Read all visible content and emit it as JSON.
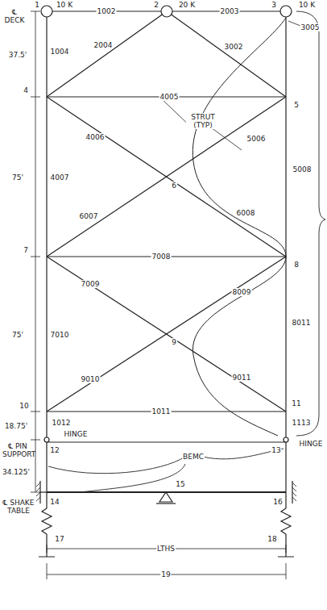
{
  "diagram": {
    "labels": [
      "℄ DECK",
      "1",
      "10 K",
      "1002",
      "2",
      "20 K",
      "2003",
      "3",
      "10 K",
      "3005",
      "37.5'",
      "1004",
      "2004",
      "3002",
      "4",
      "4005",
      "5",
      "STRUT (TYP)",
      "4006",
      "75'",
      "4007",
      "6",
      "6007",
      "5006",
      "5008",
      "6008",
      "7",
      "7008",
      "8",
      "7009",
      "75'",
      "7010",
      "8009",
      "9",
      "8011",
      "9010",
      "9011",
      "10",
      "1011",
      "11",
      "18.75'",
      "1012",
      "HINGE",
      "12",
      "13",
      "1113",
      "HINGE",
      "℄ PIN SUPPORT",
      "34.125'",
      "BEMC",
      "℄ SHAKE TABLE",
      "14",
      "15",
      "16",
      "17",
      "LTHS",
      "18",
      "19"
    ]
  }
}
